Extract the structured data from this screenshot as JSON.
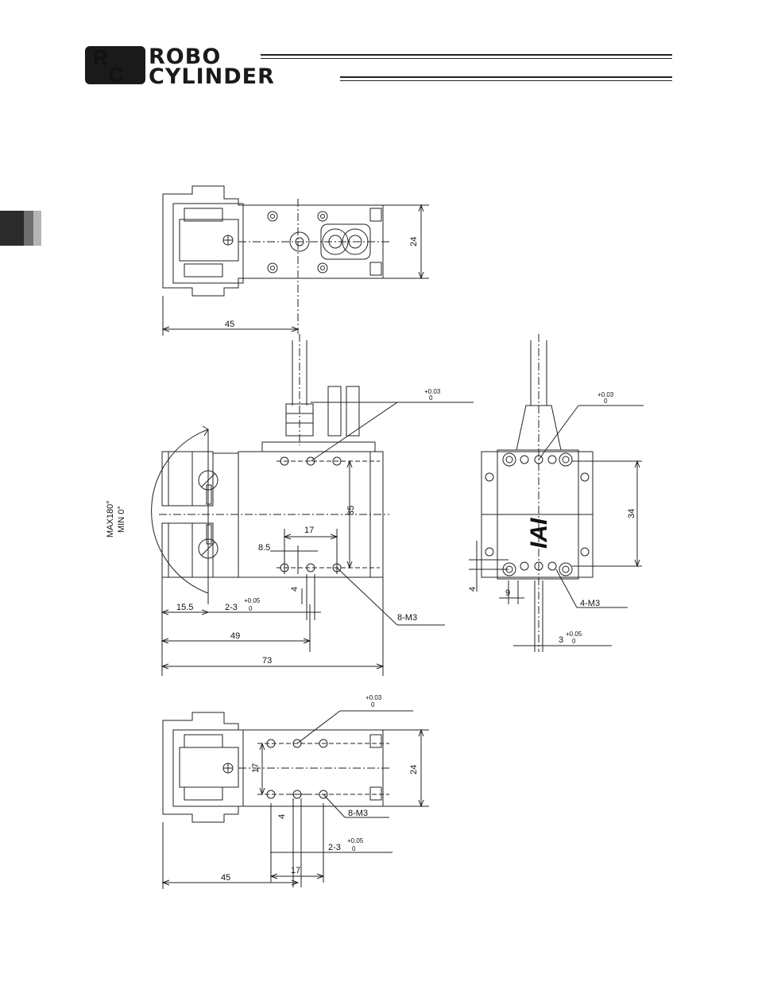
{
  "header": {
    "logo_badge_text": "RC",
    "logo_line1": "ROBO",
    "logo_line2": "CYLINDER",
    "colors": {
      "ink": "#1a1a1a",
      "tab_dark": "#2b2b2b",
      "tab_mid": "#6f6f6f",
      "tab_light": "#b5b5b5"
    }
  },
  "top_view": {
    "dim_width": "45",
    "dim_height": "24"
  },
  "side_view": {
    "tol_top_upper": "+0.03",
    "tol_top_lower": "0",
    "angle_max": "MAX180°",
    "angle_min": "MIN 0°",
    "dim_pitch": "35",
    "dim_17": "17",
    "dim_8_5": "8.5",
    "dim_4": "4",
    "dim_15_5": "15.5",
    "pin_label": "2-3",
    "pin_tol_upper": "+0.05",
    "pin_tol_lower": "0",
    "tap_label": "8-M3",
    "dim_49": "49",
    "dim_73": "73"
  },
  "end_view": {
    "tol_upper": "+0.03",
    "tol_lower": "0",
    "brand": "IAI",
    "dim_34": "34",
    "dim_4": "4",
    "dim_9": "9",
    "tap_label": "4-M3",
    "pin_label": "3",
    "pin_tol_upper": "+0.05",
    "pin_tol_lower": "0"
  },
  "bottom_view": {
    "tol_upper": "+0.03",
    "tol_lower": "0",
    "dim_17_v": "17",
    "dim_24": "24",
    "dim_4": "4",
    "tap_label": "8-M3",
    "pin_label": "2-3",
    "pin_tol_upper": "+0.05",
    "pin_tol_lower": "0",
    "dim_17_h": "17",
    "dim_45": "45"
  }
}
